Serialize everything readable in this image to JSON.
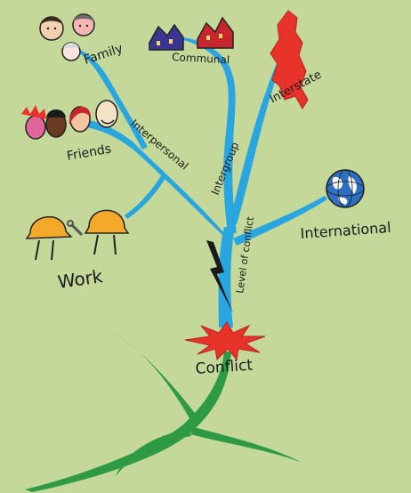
{
  "diagram": {
    "background_color": "#c4d89a",
    "branch_color": "#29a6e0",
    "root_color": "#2e9a45",
    "burst_color": "#e8332b",
    "bolt_color": "#1a1a1a",
    "labels": {
      "family": "Family",
      "communal": "Communal",
      "interstate": "Interstate",
      "friends": "Friends",
      "interpersonal": "Interpersonal",
      "intergroup": "Intergroup",
      "international": "International",
      "level_of_conflict": "Level of conflict",
      "work": "Work",
      "conflict": "Conflict"
    },
    "icons": {
      "family": "family-faces-icon",
      "friends": "friends-faces-icon",
      "communal": "houses-icon",
      "interstate": "country-map-icon",
      "international": "globe-icon",
      "work": "hard-hats-icon"
    }
  }
}
